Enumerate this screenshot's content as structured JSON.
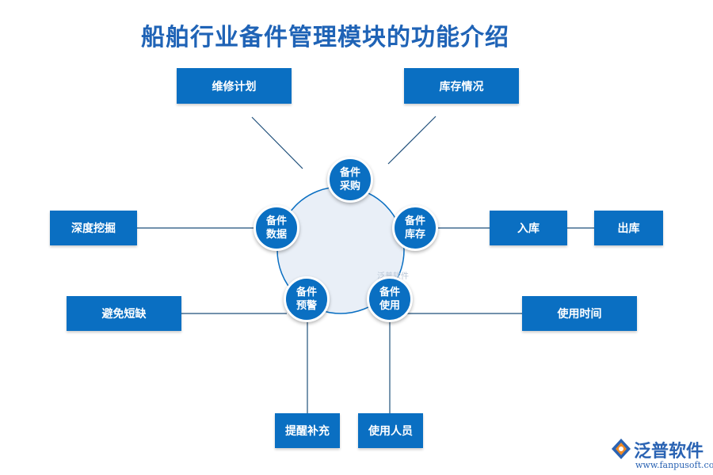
{
  "title": "船舶行业备件管理模块的功能介绍",
  "center_nodes": [
    {
      "line1": "备件",
      "line2": "采购"
    },
    {
      "line1": "备件",
      "line2": "库存"
    },
    {
      "line1": "备件",
      "line2": "使用"
    },
    {
      "line1": "备件",
      "line2": "预警"
    },
    {
      "line1": "备件",
      "line2": "数据"
    }
  ],
  "boxes": {
    "maintenance_plan": "维修计划",
    "inventory_status": "库存情况",
    "deep_mining": "深度挖掘",
    "stock_in": "入库",
    "stock_out": "出库",
    "avoid_shortage": "避免短缺",
    "usage_time": "使用时间",
    "reminder_replenish": "提醒补充",
    "users": "使用人员"
  },
  "watermark_center": "泛普软件",
  "logo": {
    "name": "泛普软件",
    "url": "www.fanpusoft.com",
    "icon": "fanpu-logo-icon"
  },
  "colors": {
    "title": "#1f63b6",
    "box": "#0a6fc2",
    "circle_fill": "#e9eff7",
    "circle_stroke": "#0a6fc2",
    "line": "#1f4f7a"
  }
}
